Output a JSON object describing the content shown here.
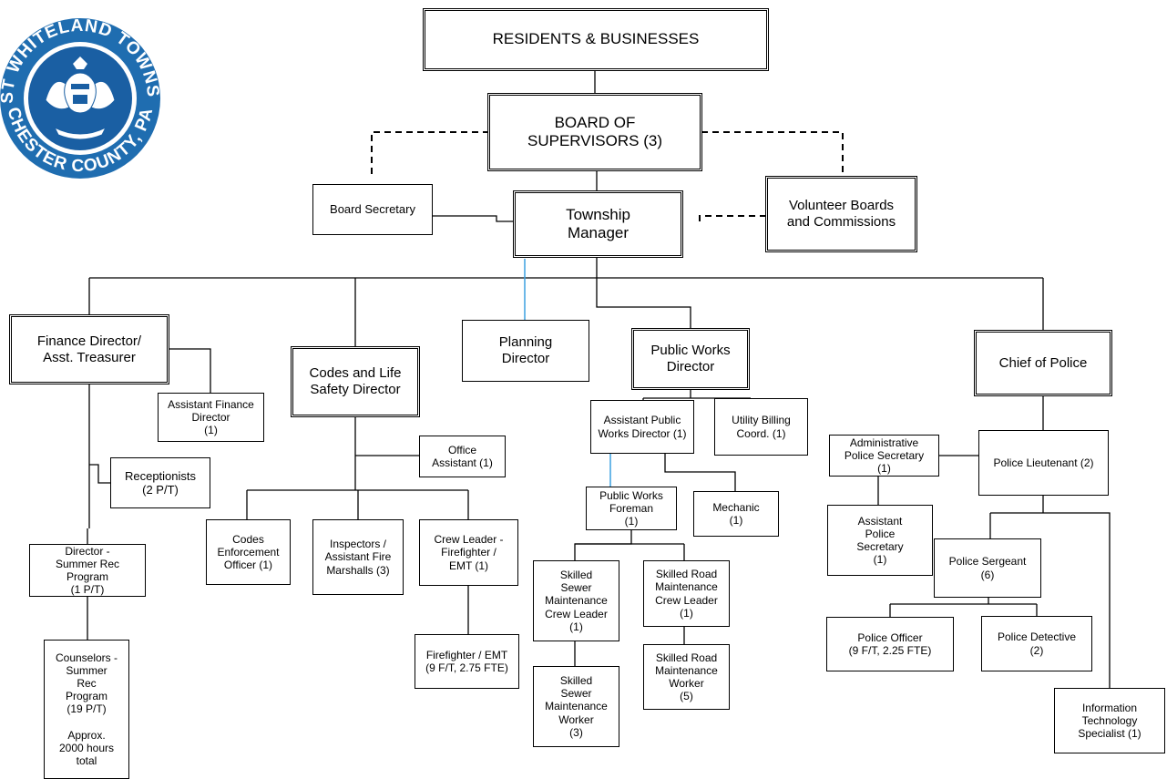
{
  "logo": {
    "name": "township-seal",
    "text_top": "EAST WHITELAND TOWNSHIP",
    "text_bottom": "CHESTER COUNTY, PA",
    "colors": {
      "ring": "#1f6db0",
      "center": "#1a5fa3",
      "white": "#ffffff"
    }
  },
  "boxes": {
    "residents": "RESIDENTS & BUSINESSES",
    "board": "BOARD OF\nSUPERVISORS (3)",
    "board_secretary": "Board Secretary",
    "township_manager": "Township\nManager",
    "volunteer_boards": "Volunteer Boards\nand Commissions",
    "finance_director": "Finance Director/\nAsst. Treasurer",
    "assistant_finance": "Assistant Finance\nDirector\n(1)",
    "receptionists": "Receptionists\n(2 P/T)",
    "summer_rec_director": "Director -\nSummer Rec\nProgram\n(1 P/T)",
    "counselors": "Counselors -\nSummer\nRec\nProgram\n(19 P/T)\n\nApprox.\n2000 hours\ntotal",
    "codes_director": "Codes and Life\nSafety Director",
    "office_assistant": "Office\nAssistant (1)",
    "codes_enforcement": "Codes\nEnforcement\nOfficer (1)",
    "inspectors": "Inspectors /\nAssistant Fire\nMarshalls (3)",
    "crew_leader_ff": "Crew Leader -\nFirefighter /\nEMT (1)",
    "firefighter_emt": "Firefighter / EMT\n(9 F/T, 2.75 FTE)",
    "planning_director": "Planning\nDirector",
    "public_works_director": "Public Works\nDirector",
    "asst_pw_director": "Assistant Public\nWorks Director (1)",
    "utility_billing": "Utility Billing\nCoord. (1)",
    "pw_foreman": "Public Works\nForeman\n(1)",
    "mechanic": "Mechanic\n(1)",
    "sewer_crew_leader": "Skilled\nSewer\nMaintenance\nCrew Leader\n(1)",
    "sewer_worker": "Skilled\nSewer\nMaintenance\nWorker\n(3)",
    "road_crew_leader": "Skilled Road\nMaintenance\nCrew Leader\n(1)",
    "road_worker": "Skilled Road\nMaintenance\nWorker\n(5)",
    "chief_police": "Chief of Police",
    "admin_police_secretary": "Administrative\nPolice Secretary\n(1)",
    "police_lieutenant": "Police Lieutenant  (2)",
    "asst_police_secretary": "Assistant\nPolice\nSecretary\n(1)",
    "police_sergeant": "Police Sergeant\n(6)",
    "police_officer": "Police Officer\n(9 F/T, 2.25 FTE)",
    "police_detective": "Police Detective\n(2)",
    "it_specialist": "Information\nTechnology\nSpecialist (1)"
  },
  "colors": {
    "line": "#000000",
    "highlight_line": "#3aa0e0"
  }
}
